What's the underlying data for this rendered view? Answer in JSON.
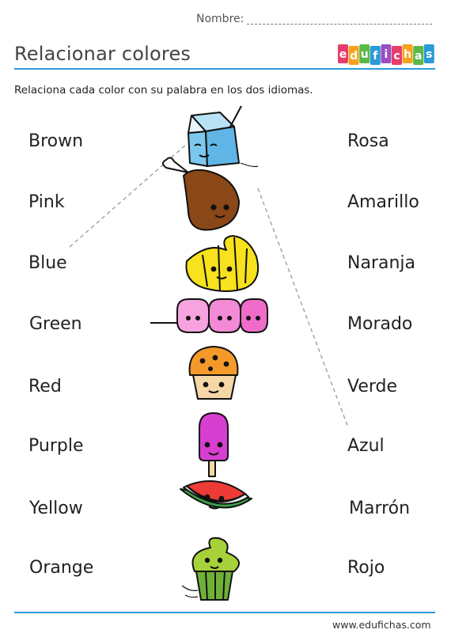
{
  "header": {
    "name_label": "Nombre:",
    "title": "Relacionar colores",
    "instructions": "Relaciona cada color con su palabra en los dos idiomas."
  },
  "logo": {
    "letters": [
      "e",
      "d",
      "u",
      "f",
      "i",
      "c",
      "h",
      "a",
      "s"
    ]
  },
  "left_words": [
    "Brown",
    "Pink",
    "Blue",
    "Green",
    "Red",
    "Purple",
    "Yellow",
    "Orange"
  ],
  "right_words": [
    "Rosa",
    "Amarillo",
    "Naranja",
    "Morado",
    "Verde",
    "Azul",
    "Marrón",
    "Rojo"
  ],
  "illustrations": [
    {
      "name": "milk-carton",
      "color": "#7cc8ee"
    },
    {
      "name": "chicken-leg",
      "color": "#7a3a16"
    },
    {
      "name": "croissant",
      "color": "#f5e11c"
    },
    {
      "name": "marshmallow-skewer",
      "color": "#f48fd7"
    },
    {
      "name": "muffin",
      "color": "#f59a2a"
    },
    {
      "name": "popsicle",
      "color": "#d63fcf"
    },
    {
      "name": "watermelon",
      "color": "#ee3b35"
    },
    {
      "name": "cupcake",
      "color": "#a7d13a"
    }
  ],
  "footer": {
    "url": "www.edufichas.com"
  },
  "colors": {
    "accent": "#2a9ad8"
  }
}
